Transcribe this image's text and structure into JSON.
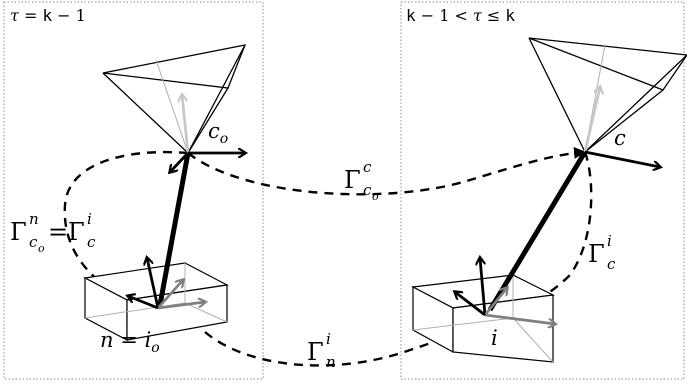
{
  "panels": {
    "left": {
      "header": {
        "tau": "τ",
        "eq": " = ",
        "k": "k",
        "minus": " − 1"
      }
    },
    "right": {
      "header": {
        "k": "k",
        "mid": " − 1 < ",
        "tau": "τ",
        "le": " ≤ ",
        "k2": "k"
      }
    }
  },
  "labels": {
    "c_o": {
      "base": "c",
      "sub": "o"
    },
    "c": {
      "base": "c"
    },
    "n_eq_io": {
      "n": "n",
      "eq": " = ",
      "i": "i",
      "sub": "o"
    },
    "i": {
      "base": "i"
    },
    "gamma_co_c": {
      "base": "Γ",
      "sup": "c",
      "sub": "c",
      "subsub": "o"
    },
    "gamma_co_n_eq_c_i": {
      "base": "Γ",
      "sup": "n",
      "sub": "c",
      "subsub": "o",
      "eq": "=",
      "base2": "Γ",
      "sup2": "i",
      "sub2": "c"
    },
    "gamma_n_i": {
      "base": "Γ",
      "sup": "i",
      "sub": "n"
    },
    "gamma_c_i": {
      "base": "Γ",
      "sup": "i",
      "sub": "c"
    }
  },
  "colors": {
    "ink": "#000000",
    "gray": "#808080",
    "lightgray": "#c8c8c8",
    "frame": "#8c8c8c"
  }
}
